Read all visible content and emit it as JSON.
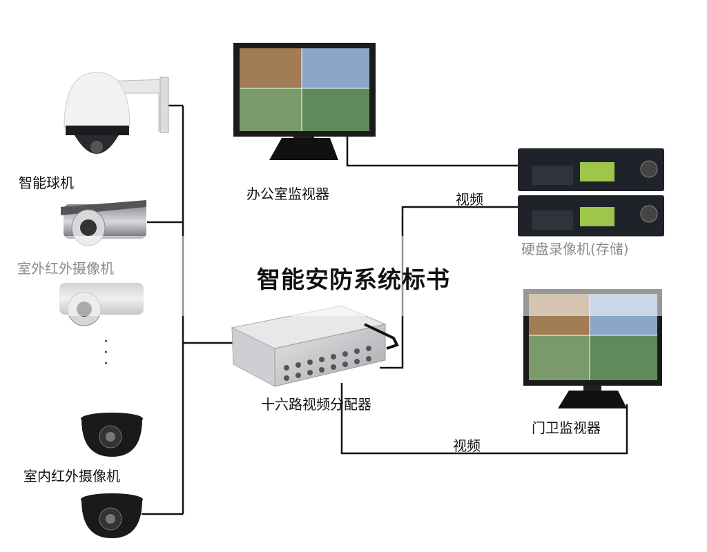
{
  "title": "智能安防系统标书",
  "cameras": {
    "dome_ptz": "智能球机",
    "outdoor_ir": "室外红外摄像机",
    "indoor_ir": "室内红外摄像机",
    "more": "·\n·\n·"
  },
  "devices": {
    "office_monitor": "办公室监视器",
    "dvr": "硬盘录像机(存储)",
    "distributor": "十六路视频分配器",
    "gate_monitor": "门卫监视器"
  },
  "links": {
    "video_top": "视频",
    "video_bottom": "视频"
  }
}
